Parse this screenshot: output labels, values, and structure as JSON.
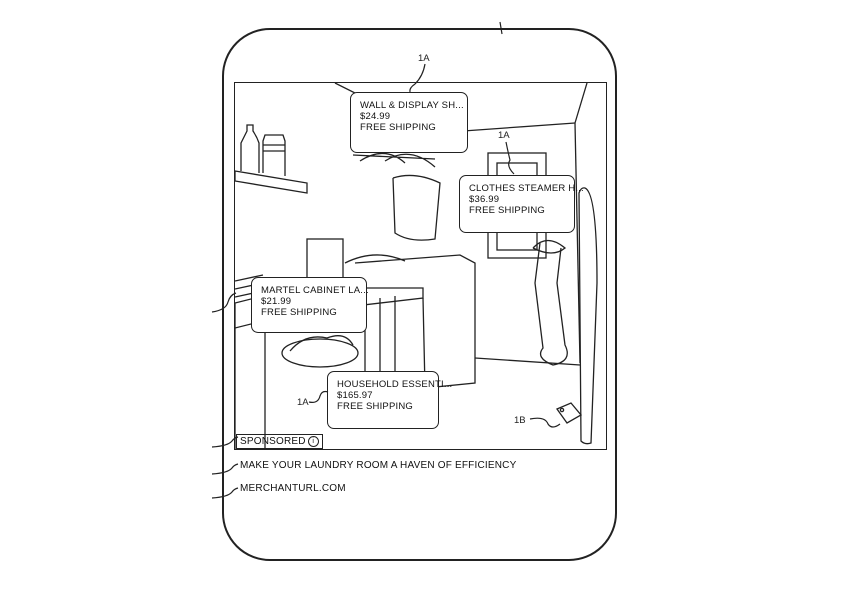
{
  "figure_labels": {
    "product_tag_ref": "1A",
    "price_tag_ref": "1B"
  },
  "product_tags": [
    {
      "name": "WALL & DISPLAY SH...",
      "price": "$24.99",
      "shipping": "FREE SHIPPING"
    },
    {
      "name": "CLOTHES STEAMER H...",
      "price": "$36.99",
      "shipping": "FREE SHIPPING"
    },
    {
      "name": "MARTEL CABINET LA...",
      "price": "$21.99",
      "shipping": "FREE SHIPPING"
    },
    {
      "name": "HOUSEHOLD ESSENTI...",
      "price": "$165.97",
      "shipping": "FREE SHIPPING"
    }
  ],
  "ad_footer": {
    "sponsored_label": "SPONSORED",
    "info_icon": "i",
    "headline": "MAKE YOUR LAUNDRY ROOM A HAVEN OF EFFICIENCY",
    "url": "MERCHANTURL.COM"
  }
}
